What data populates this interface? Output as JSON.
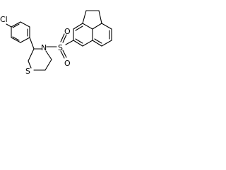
{
  "molecule": {
    "atom_labels": {
      "chlorine": "Cl",
      "sulfur_thiazolidine": "S",
      "nitrogen": "N",
      "sulfur_sulfonyl": "S",
      "oxygen_top": "O",
      "oxygen_bottom": "O"
    }
  },
  "colors": {
    "background": "#ffffff",
    "bond": "#000000",
    "text": "#000000"
  }
}
